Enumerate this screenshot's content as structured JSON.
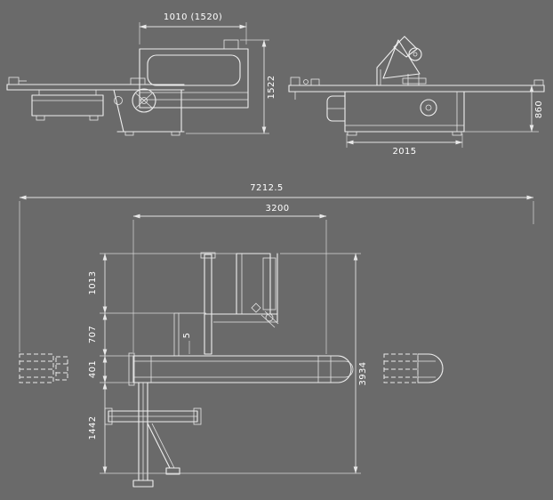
{
  "page": {
    "type": "machine-technical-dimension-drawing",
    "background_color": "#6a6a6a",
    "line_color": "#efefef",
    "dimension_line_color": "#e2e2e2",
    "text_color": "#ffffff"
  },
  "dimensions": {
    "side_width": "1010 (1520)",
    "side_height": "1522",
    "front_width": "2015",
    "front_height": "860",
    "plan_overall_length": "7212.5",
    "plan_slider_length": "3200",
    "plan_depth_1": "1013",
    "plan_depth_2": "707",
    "plan_depth_3": "401",
    "plan_depth_4": "1442",
    "plan_overall_width": "3934",
    "plan_gap": "5"
  }
}
